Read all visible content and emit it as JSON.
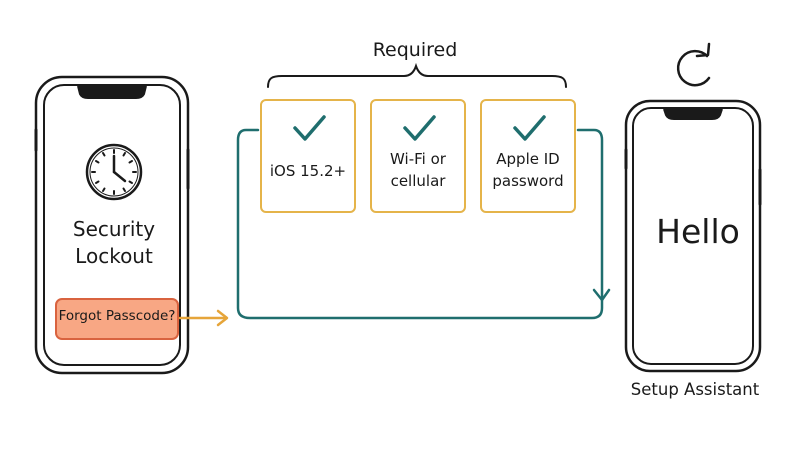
{
  "required": {
    "title": "Required",
    "items": [
      {
        "label": "iOS 15.2+",
        "icon": "checkmark-icon"
      },
      {
        "label": "Wi-Fi or cellular",
        "icon": "checkmark-icon"
      },
      {
        "label": "Apple ID password",
        "icon": "checkmark-icon"
      }
    ]
  },
  "lockout_phone": {
    "title": "Security Lockout",
    "icon": "clock-icon",
    "button_label": "Forgot Passcode?"
  },
  "setup_phone": {
    "screen_text": "Hello",
    "caption": "Setup Assistant",
    "icon": "refresh-icon"
  },
  "colors": {
    "ink": "#1a1a1a",
    "card_border": "#e5b44a",
    "checkmark": "#1f6e6e",
    "flow_line": "#1f6e6e",
    "button_fill": "#f8a784",
    "button_border": "#d9633f",
    "arrow_orange": "#e6a53a"
  }
}
